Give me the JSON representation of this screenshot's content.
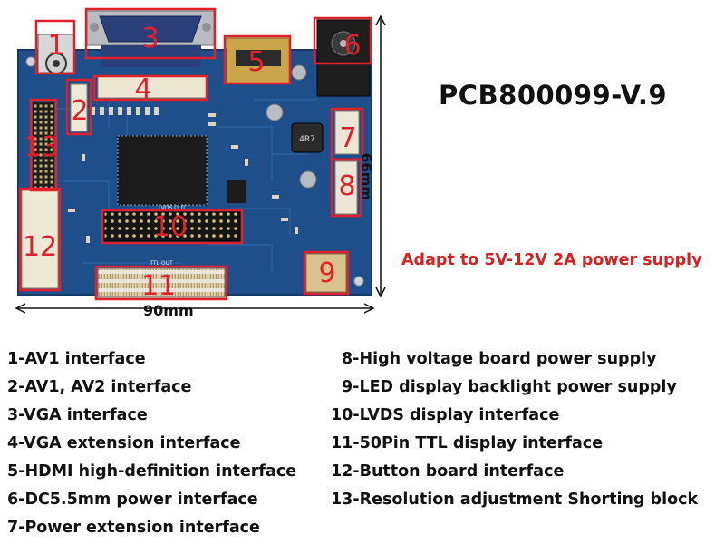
{
  "title": "PCB800099-V.9",
  "power_note": "Adapt to 5V-12V 2A power supply",
  "dimensions": {
    "width_label": "90mm",
    "height_label": "66mm"
  },
  "callouts": [
    "1",
    "2",
    "3",
    "4",
    "5",
    "6",
    "7",
    "8",
    "9",
    "10",
    "11",
    "12",
    "13"
  ],
  "board_silkscreen": {
    "lvds_label": "LVDS OUT",
    "ttl_label": "TTL OUT",
    "inductor_label": "4R7"
  },
  "legend_left": [
    "1-AV1 interface",
    "2-AV1, AV2 interface",
    "3-VGA interface",
    "4-VGA extension interface",
    "5-HDMI high-definition interface",
    "6-DC5.5mm power interface",
    "7-Power extension interface"
  ],
  "legend_right": [
    "8-High voltage board power supply",
    "9-LED display backlight power supply",
    "10-LVDS display interface",
    "11-50Pin TTL display interface",
    "12-Button board interface",
    "13-Resolution adjustment Shorting block"
  ],
  "colors": {
    "pcb": "#1f4f8a",
    "callout_box": "#e0202a",
    "note": "#d42323"
  }
}
